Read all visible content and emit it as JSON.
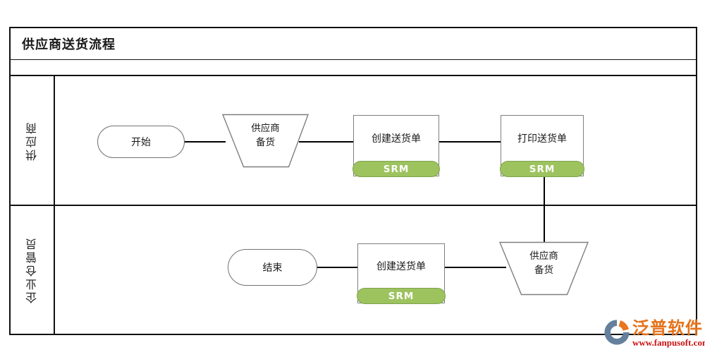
{
  "header": {
    "title": "供应商送货流程"
  },
  "lanes": {
    "supplier": {
      "label": "供应商"
    },
    "warehouse": {
      "label": "企业仓管员"
    }
  },
  "flow": {
    "start": {
      "label": "开始"
    },
    "supplier_prep_top": {
      "line1": "供应商",
      "line2": "备货"
    },
    "create_note_top": {
      "label": "创建送货单",
      "badge": "SRM"
    },
    "print_note": {
      "label": "打印送货单",
      "badge": "SRM"
    },
    "end": {
      "label": "结束"
    },
    "create_note_bottom": {
      "label": "创建送货单",
      "badge": "SRM"
    },
    "supplier_prep_bottom": {
      "line1": "供应商",
      "line2": "备货"
    }
  },
  "colors": {
    "badge_fill": "#9dc35f",
    "badge_border": "#7fa34b",
    "shape_border": "#7f7f7f",
    "line_color": "#000000",
    "logo_orange": "#e4731c",
    "logo_red": "#cc1111"
  },
  "watermark": {
    "brand": "泛普软件",
    "url": "www.fanpusoft.com"
  }
}
